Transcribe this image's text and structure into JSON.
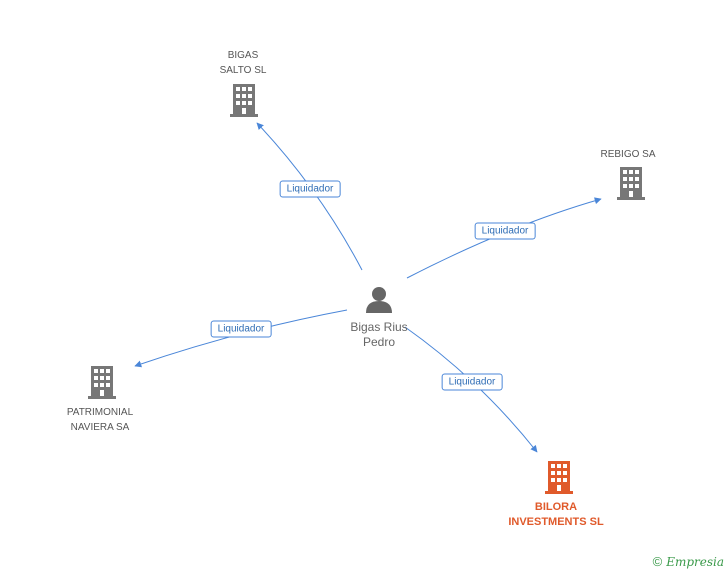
{
  "nodes": {
    "center": {
      "label": "Bigas Rius\nPedro",
      "icon": "person-icon"
    },
    "bigas_salto": {
      "label": "BIGAS\nSALTO SL",
      "icon": "building-icon"
    },
    "rebigo": {
      "label": "REBIGO SA",
      "icon": "building-icon"
    },
    "patrimonial": {
      "label": "PATRIMONIAL\nNAVIERA SA",
      "icon": "building-icon"
    },
    "bilora": {
      "label": "BILORA\nINVESTMENTS SL",
      "icon": "building-icon"
    }
  },
  "edges": [
    {
      "id": "e1",
      "label": "Liquidador"
    },
    {
      "id": "e2",
      "label": "Liquidador"
    },
    {
      "id": "e3",
      "label": "Liquidador"
    },
    {
      "id": "e4",
      "label": "Liquidador"
    }
  ],
  "colors": {
    "edge": "#4a86d8",
    "building": "#777777",
    "highlight": "#e05a2b",
    "person": "#666666",
    "brand": "#3a9a4a"
  },
  "brand": {
    "copyright": "©",
    "name": "Empresia"
  }
}
